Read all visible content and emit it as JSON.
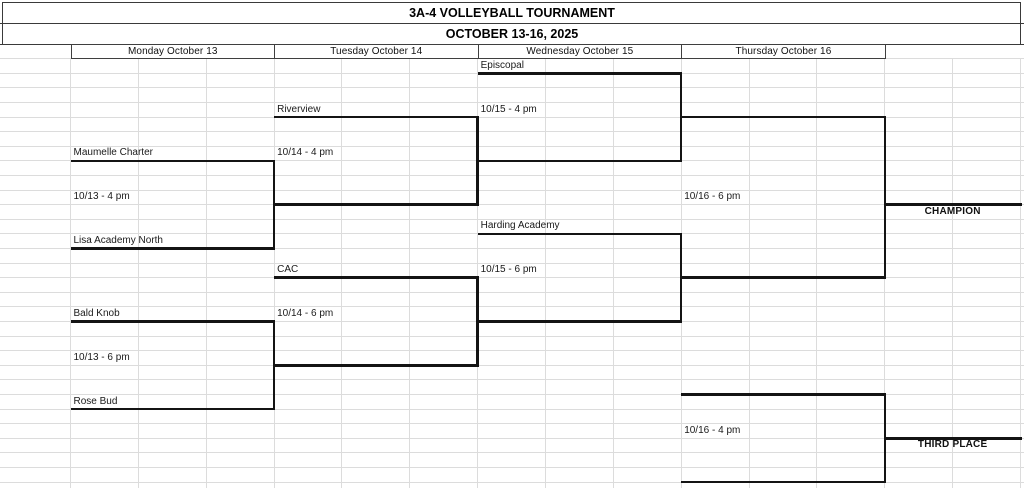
{
  "title_line1": "3A-4 VOLLEYBALL TOURNAMENT",
  "title_line2": "OCTOBER 13-16, 2025",
  "days": [
    "Monday October 13",
    "Tuesday October 14",
    "Wednesday October 15",
    "Thursday October 16"
  ],
  "bracket": {
    "round1": [
      {
        "teams": [
          "Maumelle Charter",
          "Lisa Academy North"
        ],
        "time": "10/13 - 4 pm"
      },
      {
        "teams": [
          "Bald Knob",
          "Rose Bud"
        ],
        "time": "10/13 - 6 pm"
      }
    ],
    "round2": [
      {
        "teams": [
          "Riverview"
        ],
        "time": "10/14 - 4 pm"
      },
      {
        "teams": [
          "CAC"
        ],
        "time": "10/14 - 6 pm"
      }
    ],
    "semifinals": [
      {
        "teams": [
          "Episcopal"
        ],
        "time": "10/15 - 4 pm"
      },
      {
        "teams": [
          "Harding Academy"
        ],
        "time": "10/15 - 6 pm"
      }
    ],
    "final": {
      "time": "10/16 - 6 pm",
      "result_label": "CHAMPION"
    },
    "third_place": {
      "time": "10/16 - 4 pm",
      "result_label": "THIRD PLACE"
    }
  }
}
